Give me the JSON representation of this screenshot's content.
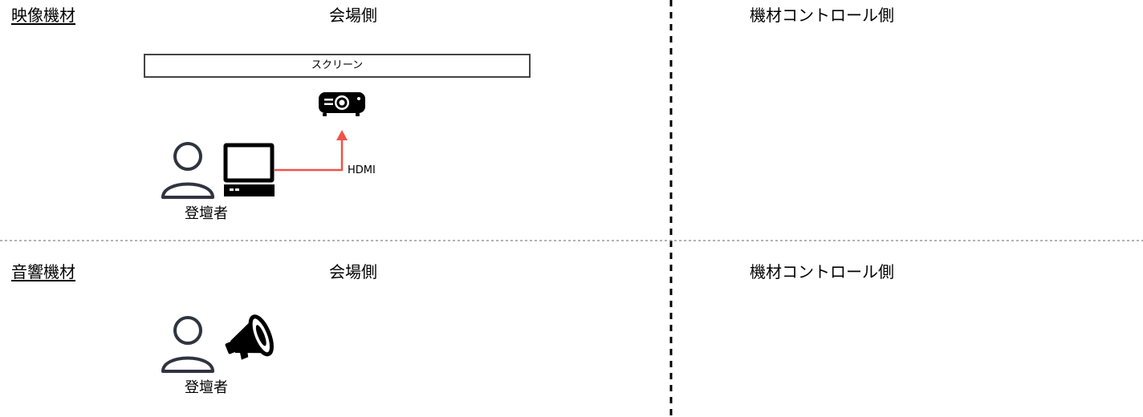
{
  "video": {
    "title": "映像機材",
    "venue_side_label": "会場側",
    "control_side_label": "機材コントロール側",
    "screen_label": "スクリーン",
    "presenter_label": "登壇者",
    "cable_label": "HDMI",
    "cable_color": "#f05247",
    "icons": [
      "person-icon",
      "computer-icon",
      "projector-icon"
    ]
  },
  "audio": {
    "title": "音響機材",
    "venue_side_label": "会場側",
    "control_side_label": "機材コントロール側",
    "presenter_label": "登壇者",
    "icons": [
      "person-icon",
      "megaphone-icon"
    ]
  },
  "colors": {
    "person_stroke": "#2f3440",
    "divider": "#000000",
    "dotted_divider": "#999999"
  }
}
